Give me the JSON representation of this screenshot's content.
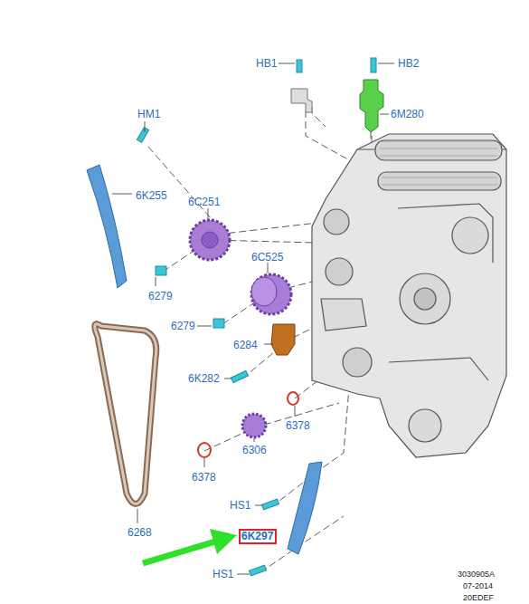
{
  "diagram": {
    "nodes": [
      {
        "text": [
          "6K297"
        ]
      }
    ],
    "labels": [
      "HB1",
      "HB2",
      "HM1",
      "6M280",
      "6K255",
      "6C251",
      "6C525",
      "6279",
      "6279",
      "6284",
      "6K282",
      "6378",
      "6378",
      "6306",
      "HS1",
      "6268",
      "HS1",
      "3030905A",
      "07-2014",
      "20EDEF"
    ]
  }
}
